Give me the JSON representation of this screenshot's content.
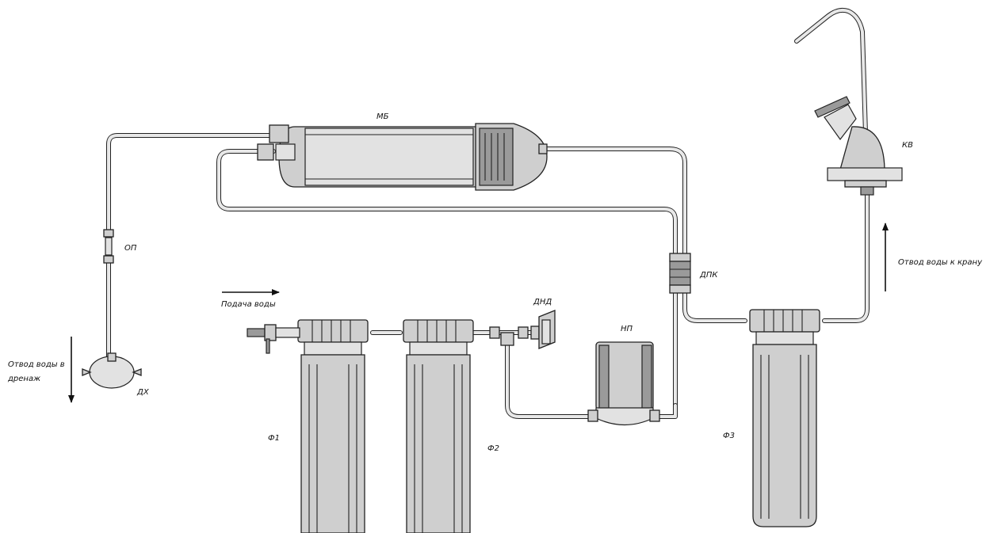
{
  "labels": {
    "mb": "МБ",
    "op": "ОП",
    "dpk": "ДПК",
    "kv": "КВ",
    "supply": "Подача воды",
    "dnd": "ДНД",
    "np": "НП",
    "drain_line1": "Отвод воды в",
    "drain_line2": "дренаж",
    "dh": "ДХ",
    "f1": "Ф1",
    "f2": "Ф2",
    "f3": "Ф3",
    "to_tap": "Отвод воды к крану"
  }
}
